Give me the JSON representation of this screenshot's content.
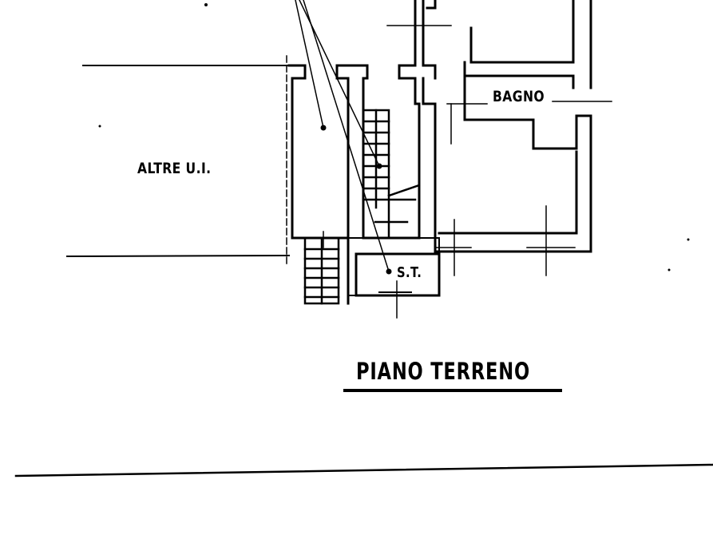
{
  "drawing": {
    "type": "floor-plan",
    "title": "PIANO TERRENO",
    "rooms": [
      {
        "id": "altre",
        "label": "ALTRE U.I."
      },
      {
        "id": "bagno",
        "label": "BAGNO"
      },
      {
        "id": "st",
        "label": "S.T."
      }
    ],
    "colors": {
      "ink": "#000000",
      "paper": "#ffffff"
    }
  }
}
